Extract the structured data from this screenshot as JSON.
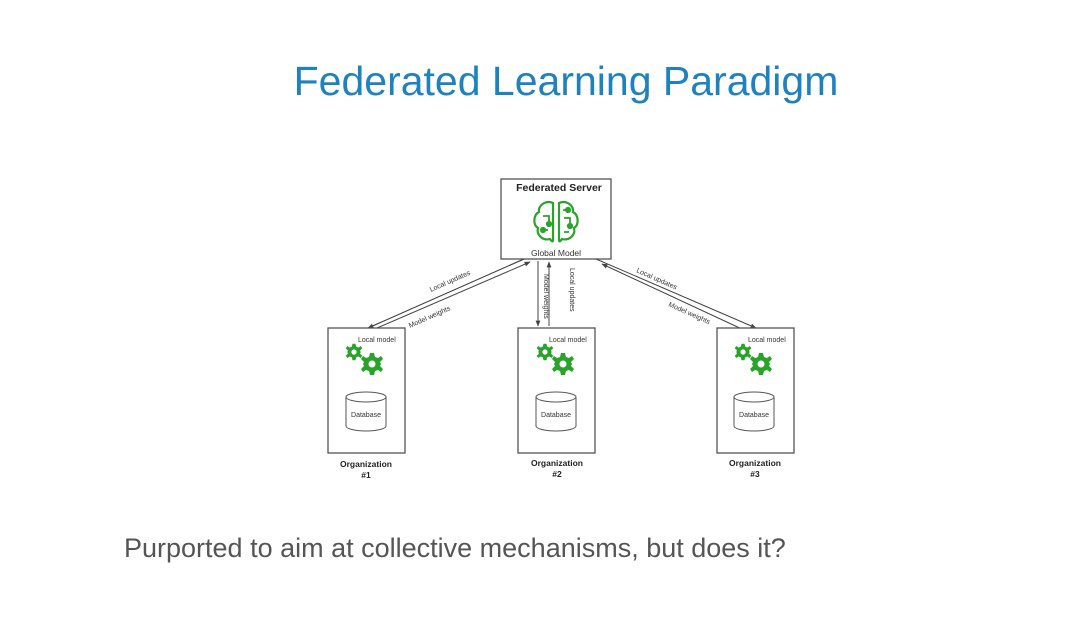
{
  "slide": {
    "title": "Federated Learning Paradigm",
    "caption": "Purported to aim at collective mechanisms, but does it?"
  },
  "diagram": {
    "server": {
      "title": "Federated Server",
      "model_label": "Global Model",
      "icon": "brain-circuit-icon"
    },
    "organizations": [
      {
        "name": "Organization",
        "number": "#1",
        "model_label": "Local model",
        "db_label": "Database"
      },
      {
        "name": "Organization",
        "number": "#2",
        "model_label": "Local model",
        "db_label": "Database"
      },
      {
        "name": "Organization",
        "number": "#3",
        "model_label": "Local model",
        "db_label": "Database"
      }
    ],
    "edges": {
      "left_up": "Local updates",
      "left_down": "Model weights",
      "center_down": "Model weights",
      "center_up": "Local updates",
      "right_up": "Local updates",
      "right_down": "Model weights"
    },
    "colors": {
      "accent": "#2aa32a",
      "title": "#1f82c0",
      "stroke": "#555555"
    }
  }
}
